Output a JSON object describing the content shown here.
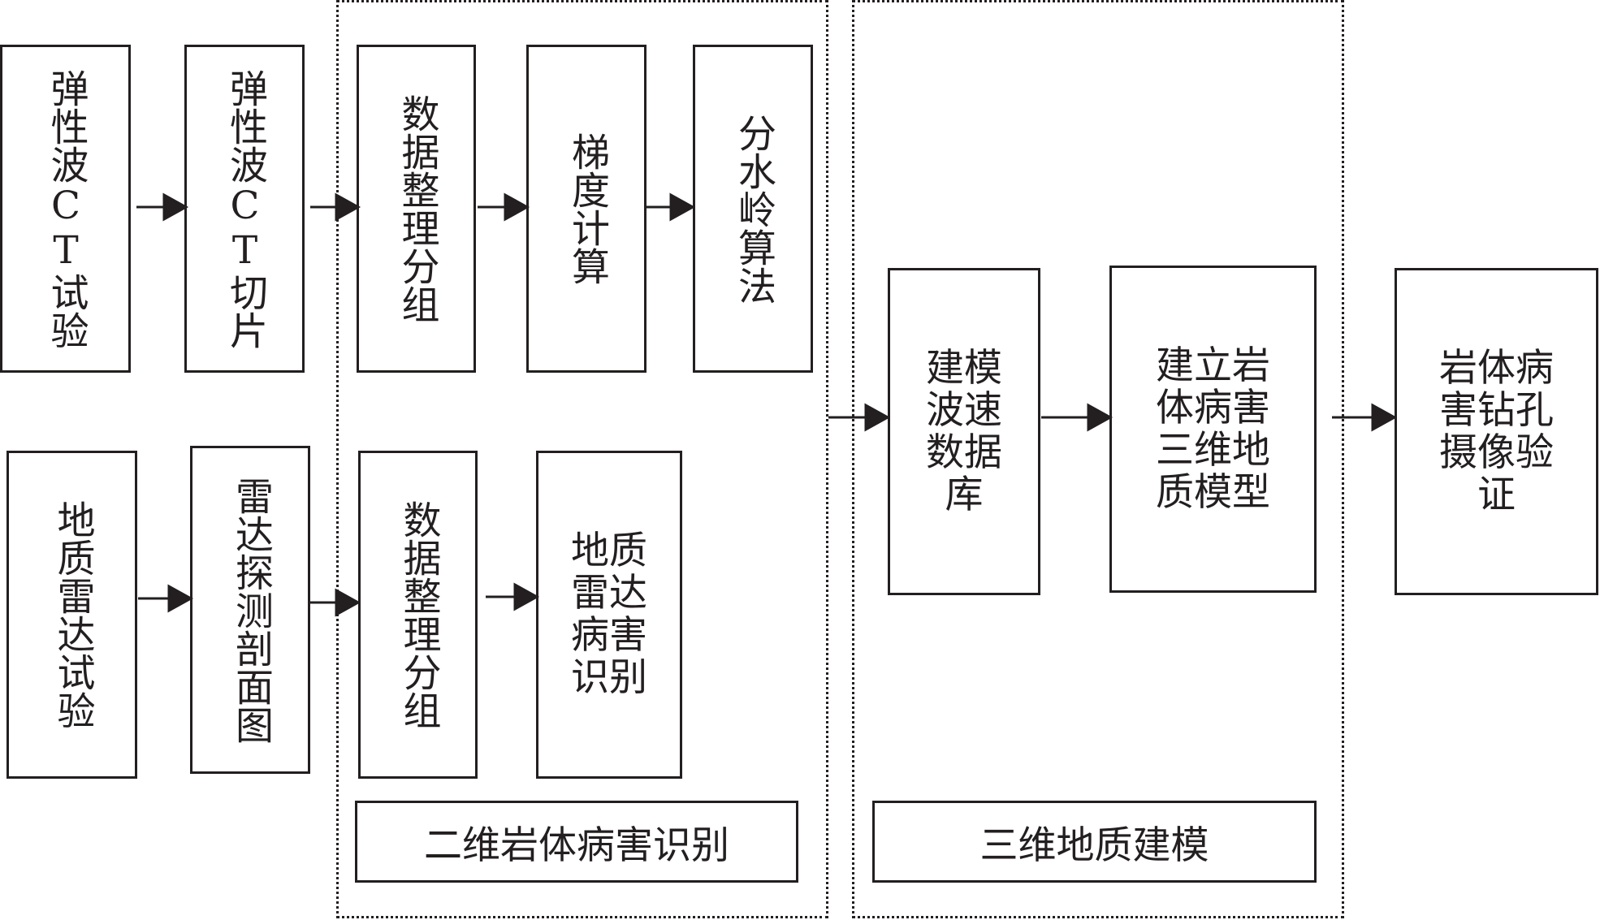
{
  "groups": {
    "two_d": {
      "label": "二维岩体病害识别"
    },
    "three_d": {
      "label": "三维地质建模"
    }
  },
  "boxes": {
    "elastic_ct_test": "弹性波CT试验",
    "elastic_ct_slice": "弹性波CT切片",
    "data_group_top": "数据整理分组",
    "gradient_calc": "梯度计算",
    "watershed_alg": "分水岭算法",
    "radar_test": "地质雷达试验",
    "radar_profile": "雷达探测剖面图",
    "data_group_bottom": "数据整理分组",
    "radar_defect_id": "地质\n雷达\n病害\n识别",
    "velocity_db": "建模\n波速\n数据\n库",
    "rock_3d_model": "建立岩\n体病害\n三维地\n质模型",
    "borehole_verify": "岩体病\n害钻孔\n摄像验\n证"
  }
}
